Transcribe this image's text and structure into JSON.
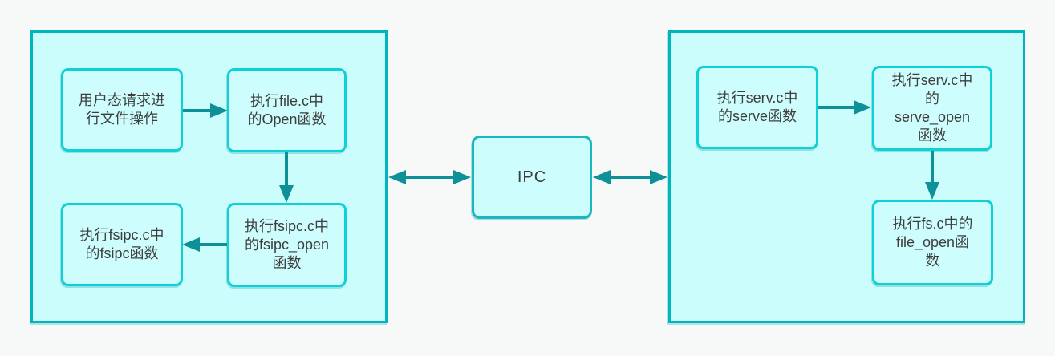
{
  "colors": {
    "background": "#f7f8f8",
    "panel_fill": "#ccfdfd",
    "panel_border": "#00b6bd",
    "node_fill": "#cdfdfd",
    "node_border": "#0ed1d7",
    "ipc_border": "#17b8bf",
    "arrow": "#0d9098",
    "text": "#3e3e3e"
  },
  "nodes": {
    "user_request": {
      "label": "用户态请求进\n行文件操作"
    },
    "open_fn": {
      "label": "执行file.c中\n的Open函数"
    },
    "fsipc_open_fn": {
      "label": "执行fsipc.c中\n的fsipc_open\n函数"
    },
    "fsipc_fn": {
      "label": "执行fsipc.c中\n的fsipc函数"
    },
    "ipc": {
      "label": "IPC"
    },
    "serve_fn": {
      "label": "执行serv.c中\n的serve函数"
    },
    "serve_open_fn": {
      "label": "执行serv.c中\n的\nserve_open\n函数"
    },
    "file_open_fn": {
      "label": "执行fs.c中的\nfile_open函\n数"
    }
  },
  "edges": [
    {
      "from": "user_request",
      "to": "open_fn",
      "type": "arrow"
    },
    {
      "from": "open_fn",
      "to": "fsipc_open_fn",
      "type": "arrow"
    },
    {
      "from": "fsipc_open_fn",
      "to": "fsipc_fn",
      "type": "arrow"
    },
    {
      "from": "left_panel",
      "to": "ipc",
      "type": "double-arrow"
    },
    {
      "from": "ipc",
      "to": "right_panel",
      "type": "double-arrow"
    },
    {
      "from": "serve_fn",
      "to": "serve_open_fn",
      "type": "arrow"
    },
    {
      "from": "serve_open_fn",
      "to": "file_open_fn",
      "type": "arrow"
    }
  ]
}
